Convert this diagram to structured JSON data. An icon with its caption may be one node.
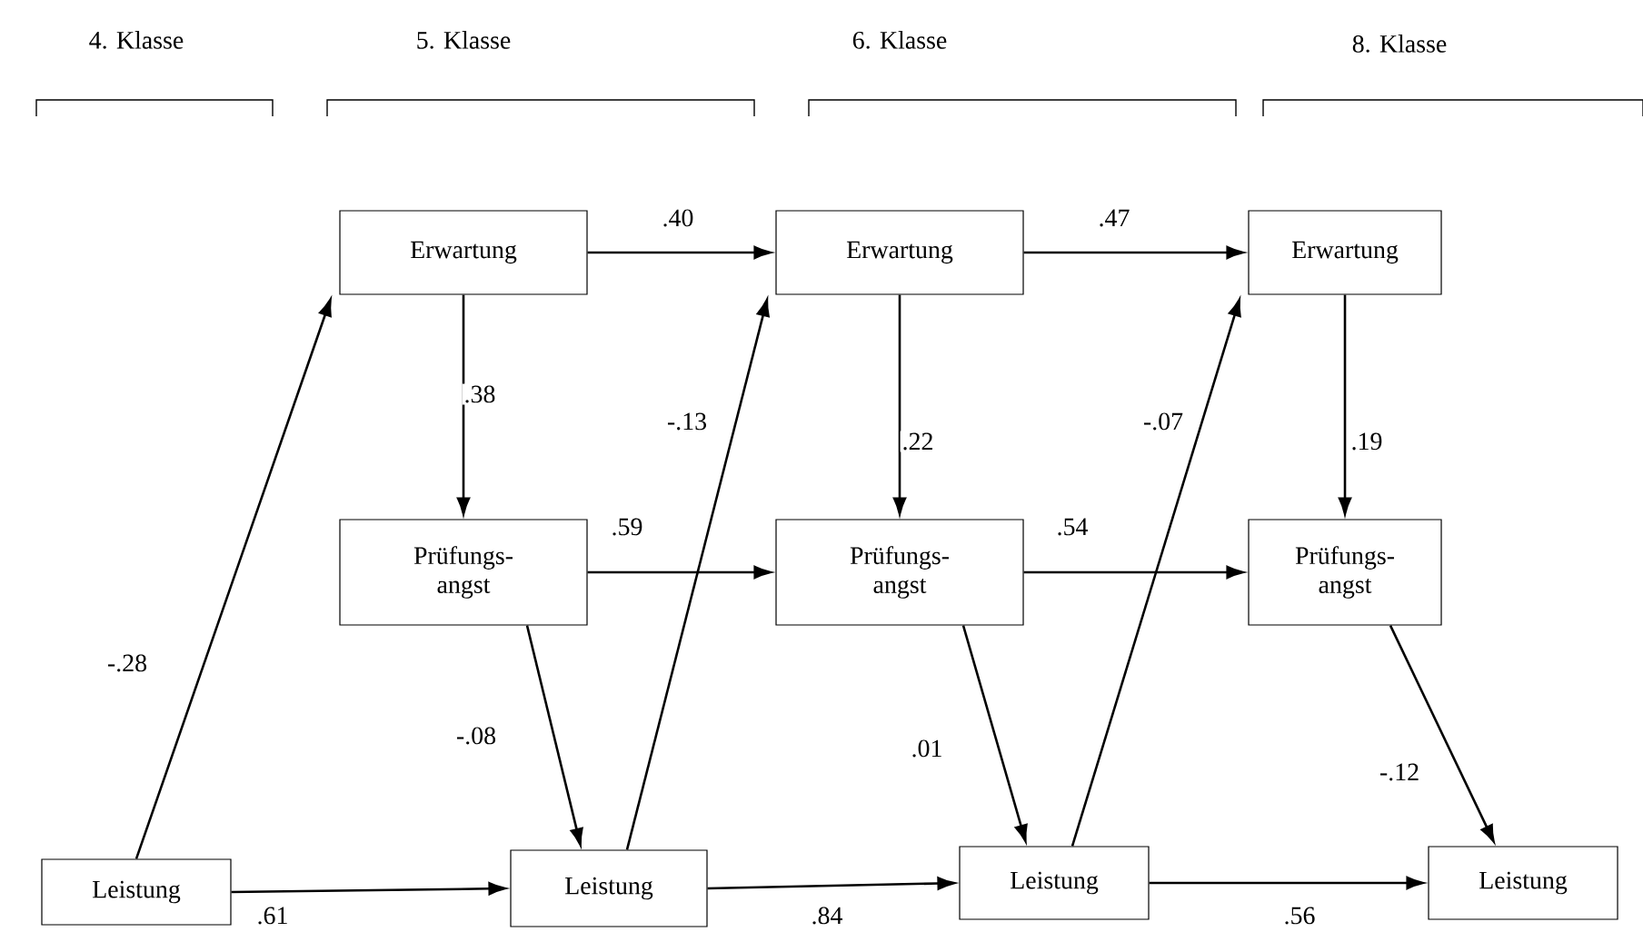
{
  "diagram": {
    "nodes": [
      {
        "text": [
          "Leistung"
        ]
      },
      {
        "text": [
          "Erwartung"
        ]
      },
      {
        "text": [
          "Prüfungs- angst"
        ]
      },
      {
        "text": [
          "Leistung"
        ]
      },
      {
        "text": [
          "Erwartung"
        ]
      },
      {
        "text": [
          "Prüfungs- angst"
        ]
      },
      {
        "text": [
          "Leistung"
        ]
      },
      {
        "text": [
          "Erwartung"
        ]
      },
      {
        "text": [
          "Prüfungs- angst"
        ]
      },
      {
        "text": [
          "Leistung"
        ]
      }
    ],
    "edges": [
      {
        "from": 0,
        "to": 1,
        "arrow": "to",
        "label": "-.28"
      },
      {
        "from": 0,
        "to": 3,
        "arrow": "to",
        "label": ".61"
      },
      {
        "from": 1,
        "to": 4,
        "arrow": "to",
        "label": ".40"
      },
      {
        "from": 1,
        "to": 2,
        "arrow": "to",
        "label": ".38"
      },
      {
        "from": 2,
        "to": 5,
        "arrow": "to",
        "label": ".59"
      },
      {
        "from": 2,
        "to": 3,
        "arrow": "to",
        "label": "-.08"
      },
      {
        "from": 3,
        "to": 4,
        "arrow": "to",
        "label": "-.13"
      },
      {
        "from": 3,
        "to": 6,
        "arrow": "to",
        "label": ".84"
      },
      {
        "from": 4,
        "to": 7,
        "arrow": "to",
        "label": ".47"
      },
      {
        "from": 4,
        "to": 5,
        "arrow": "to",
        "label": ".22"
      },
      {
        "from": 5,
        "to": 8,
        "arrow": "to",
        "label": ".54"
      },
      {
        "from": 5,
        "to": 6,
        "arrow": "to",
        "label": ".01"
      },
      {
        "from": 6,
        "to": 7,
        "arrow": "to",
        "label": "-.07"
      },
      {
        "from": 6,
        "to": 9,
        "arrow": "to",
        "label": ".56"
      },
      {
        "from": 7,
        "to": 8,
        "arrow": "to",
        "label": ".19"
      },
      {
        "from": 8,
        "to": 9,
        "arrow": "to",
        "label": "-.12"
      }
    ],
    "labels": [
      "4. Klasse",
      "5. Klasse",
      "6. Klasse",
      "8. Klasse"
    ]
  }
}
